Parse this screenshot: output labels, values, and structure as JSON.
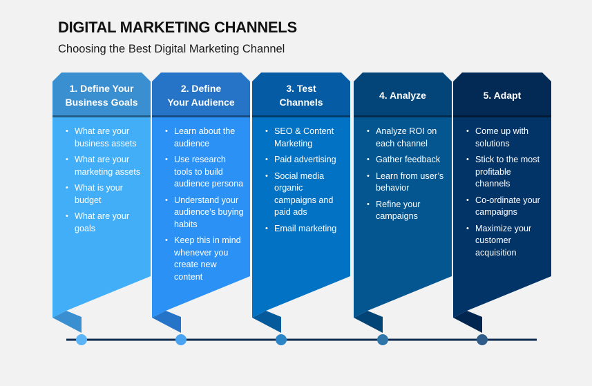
{
  "header": {
    "title": "DIGITAL MARKETING CHANNELS",
    "subtitle": "Choosing the Best Digital Marketing Channel"
  },
  "steps": [
    {
      "title": "1. Define Your\nBusiness Goals",
      "head_color": "#3a8fd0",
      "body_color": "#43aef8",
      "fold_color": "#3a8fd0",
      "dot_color": "#5ab4f6",
      "items": [
        "What are your business assets",
        "What are your marketing assets",
        "What is your budget",
        "What are your goals"
      ]
    },
    {
      "title": "2. Define\nYour Audience",
      "head_color": "#2574c8",
      "body_color": "#2b91f5",
      "fold_color": "#2574c8",
      "dot_color": "#4aa3f1",
      "items": [
        "Learn about the audience",
        "Use research tools to build audience persona",
        "Understand your audience’s buying habits",
        "Keep this in mind whenever you create new content"
      ]
    },
    {
      "title": "3. Test\nChannels",
      "head_color": "#055ca4",
      "body_color": "#0272c4",
      "fold_color": "#055a9c",
      "dot_color": "#2a84c6",
      "items": [
        "SEO & Content Marketing",
        "Paid advertising",
        "Social media organic campaigns and paid ads",
        "Email marketing"
      ]
    },
    {
      "title": "4. Analyze",
      "head_color": "#034479",
      "body_color": "#045691",
      "fold_color": "#034477",
      "dot_color": "#2f75a8",
      "items": [
        "Analyze ROI on each channel",
        "Gather feedback",
        "Learn from user’s behavior",
        "Refine your campaigns"
      ]
    },
    {
      "title": "5. Adapt",
      "head_color": "#032a54",
      "body_color": "#033468",
      "fold_color": "#022650",
      "dot_color": "#2f5c88",
      "items": [
        "Come up with solutions",
        "Stick to the most profitable channels",
        "Co-ordinate your campaigns",
        "Maximize your customer acquisition"
      ]
    }
  ],
  "timeline": {
    "line_color": "#0d2b4d"
  }
}
